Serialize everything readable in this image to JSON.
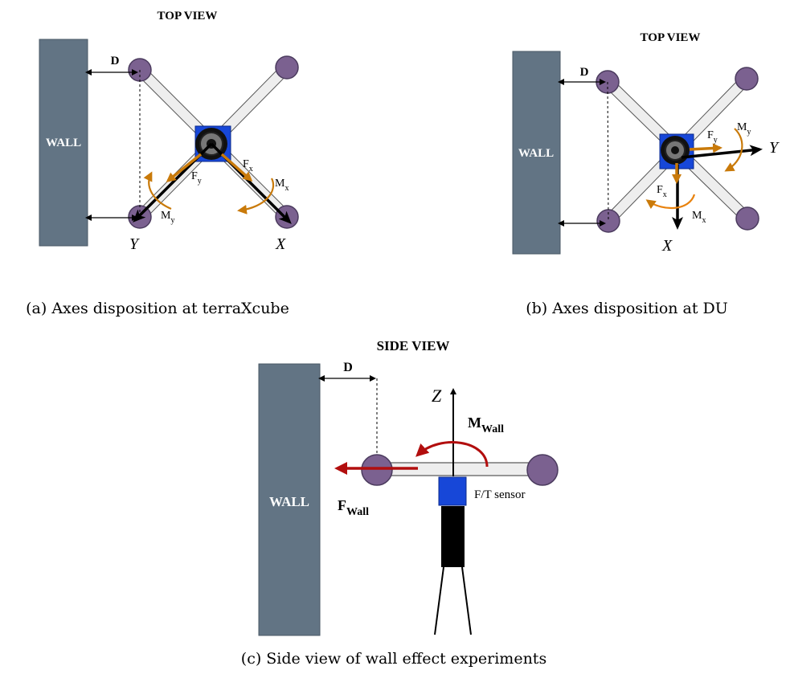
{
  "panel_a": {
    "title": "TOP VIEW",
    "wall": "WALL",
    "distance": "D",
    "fx": "F",
    "fx_sub": "x",
    "fy": "F",
    "fy_sub": "y",
    "mx": "M",
    "mx_sub": "x",
    "my": "M",
    "my_sub": "y",
    "axis_x": "X",
    "axis_y": "Y",
    "caption": "(a) Axes disposition at terraXcube"
  },
  "panel_b": {
    "title": "TOP VIEW",
    "wall": "WALL",
    "distance": "D",
    "fx": "F",
    "fx_sub": "x",
    "fy": "F",
    "fy_sub": "y",
    "mx": "M",
    "mx_sub": "x",
    "my": "M",
    "my_sub": "y",
    "axis_x": "X",
    "axis_y": "Y",
    "caption": "(b) Axes disposition at DU"
  },
  "panel_c": {
    "title": "SIDE VIEW",
    "wall": "WALL",
    "distance": "D",
    "axis_z": "Z",
    "m_wall": "M",
    "m_wall_sub": "Wall",
    "f_wall": "F",
    "f_wall_sub": "Wall",
    "sensor": "F/T sensor",
    "caption": "(c) Side view of wall effect experiments"
  },
  "colors": {
    "wall": "#627484",
    "motor": "#7b6190",
    "arm_fill": "#eeeeee",
    "hub": "#1747d8",
    "force_arrow": "#c97a0a",
    "wall_force": "#b20e0e",
    "stand": "#000000"
  }
}
